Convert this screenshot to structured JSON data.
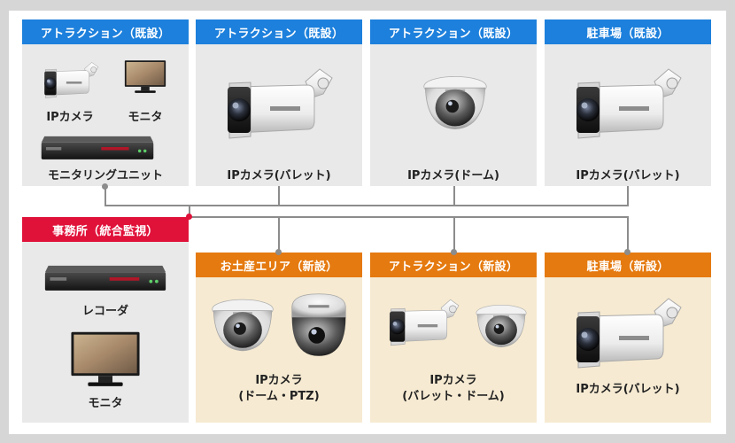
{
  "panels": {
    "attraction1": {
      "title": "アトラクション（既設）",
      "labels": [
        "IPカメラ",
        "モニタ",
        "モニタリングユニット"
      ]
    },
    "attraction2": {
      "title": "アトラクション（既設）",
      "label": "IPカメラ(バレット)"
    },
    "attraction3": {
      "title": "アトラクション（既設）",
      "label": "IPカメラ(ドーム)"
    },
    "parking1": {
      "title": "駐車場（既設）",
      "label": "IPカメラ(バレット)"
    },
    "office": {
      "title": "事務所（統合監視）",
      "labels": [
        "レコーダ",
        "モニタ"
      ]
    },
    "souvenir": {
      "title": "お土産エリア（新設）",
      "label_line1": "IPカメラ",
      "label_line2": "(ドーム・PTZ)"
    },
    "attraction_new": {
      "title": "アトラクション（新設）",
      "label_line1": "IPカメラ",
      "label_line2": "(バレット・ドーム)"
    },
    "parking_new": {
      "title": "駐車場（新設）",
      "label": "IPカメラ(バレット)"
    }
  },
  "colors": {
    "existing_header": "#1d80dc",
    "new_header": "#e57a10",
    "office_header": "#e0123a",
    "existing_bg": "#e9e9e9",
    "new_bg": "#f6ead2",
    "line": "#8c8c8c"
  }
}
